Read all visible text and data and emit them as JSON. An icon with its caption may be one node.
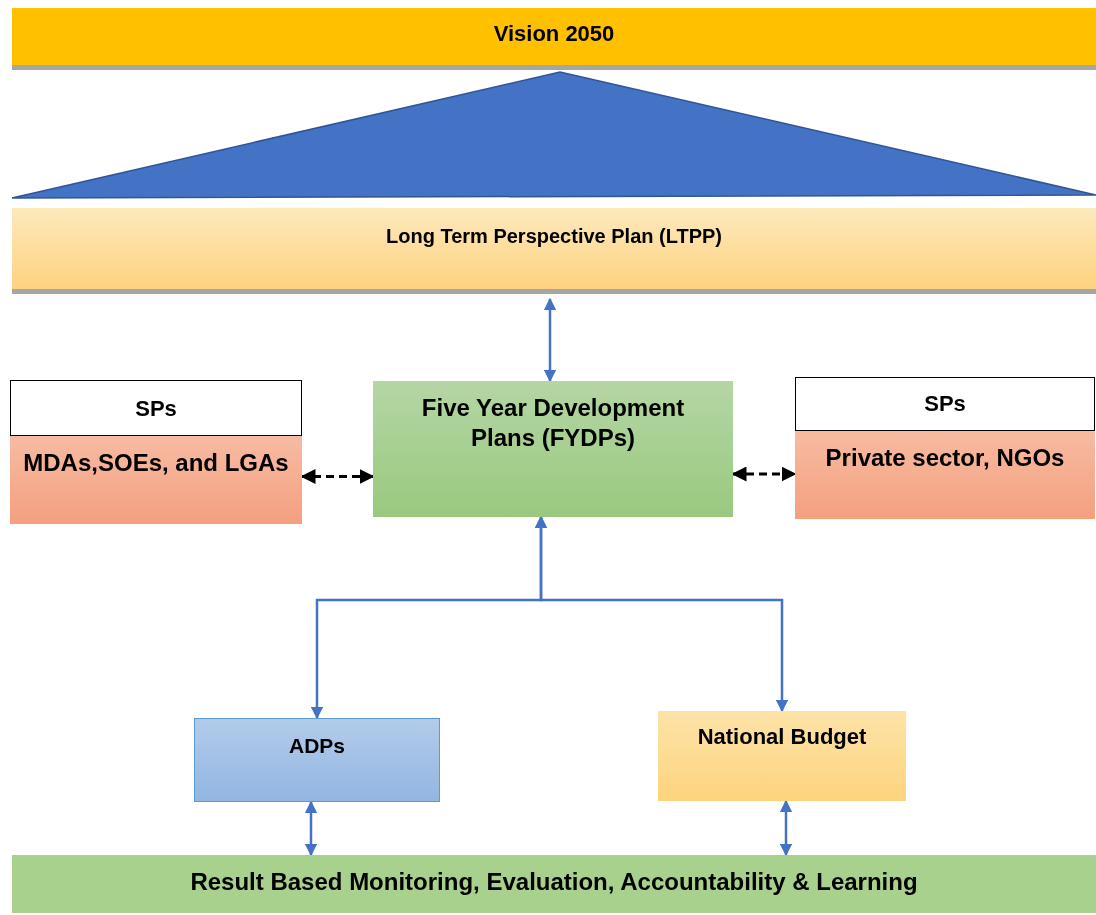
{
  "diagram": {
    "nodes": [
      {
        "text": [
          "Vision 2050"
        ]
      },
      {
        "text": [
          "Long Term Perspective Plan (LTPP)"
        ]
      },
      {
        "text": [
          "SPs"
        ]
      },
      {
        "text": [
          "MDAs,SOEs, and LGAs"
        ]
      },
      {
        "text": [
          "Five Year Development Plans (FYDPs)"
        ]
      },
      {
        "text": [
          "SPs"
        ]
      },
      {
        "text": [
          "Private sector, NGOs"
        ]
      },
      {
        "text": [
          "ADPs"
        ]
      },
      {
        "text": [
          "National Budget"
        ]
      },
      {
        "text": [
          "Result Based Monitoring, Evaluation, Accountability & Learning"
        ]
      }
    ],
    "edges": [
      {
        "from": 1,
        "to": 4,
        "arrow": "both"
      },
      {
        "from": 4,
        "to": 3,
        "arrow": "both",
        "style": "dashed",
        "color": "#000000"
      },
      {
        "from": 4,
        "to": 6,
        "arrow": "both",
        "style": "dashed",
        "color": "#000000"
      },
      {
        "from": 4,
        "to": 7,
        "arrow": "both"
      },
      {
        "from": 4,
        "to": 8,
        "arrow": "both"
      },
      {
        "from": 7,
        "to": 9,
        "arrow": "both"
      },
      {
        "from": 8,
        "to": 9,
        "arrow": "both"
      }
    ]
  }
}
